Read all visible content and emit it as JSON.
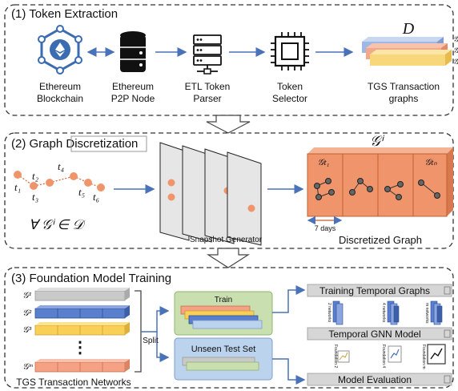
{
  "sections": [
    {
      "title": "(1) Token Extraction"
    },
    {
      "title_prefix": "(2) Graph ",
      "title_highlight": "Discretization"
    },
    {
      "title": "(3) Foundation Model Training"
    }
  ],
  "token_extraction": {
    "items": [
      {
        "line1": "Ethereum",
        "line2": "Blockchain",
        "icon": "ethereum-hexagon-icon"
      },
      {
        "line1": "Ethereum",
        "line2": "P2P Node",
        "icon": "database-icon"
      },
      {
        "line1": "ETL Token",
        "line2": "Parser",
        "icon": "server-icon"
      },
      {
        "line1": "Token",
        "line2": "Selector",
        "icon": "cpu-chip-icon"
      },
      {
        "line1": "TGS Transaction",
        "line2": "graphs",
        "icon": "stacked-layers-icon"
      }
    ],
    "dataset_symbol": "D",
    "stack_labels": [
      "𝒢",
      "𝒢",
      "𝒢"
    ]
  },
  "discretization": {
    "node_labels": [
      "t₁",
      "t₂",
      "t₃",
      "t₄",
      "t₅",
      "t₆"
    ],
    "for_all_text": "∀ 𝒢ⁱ ∈ 𝒟",
    "snapshot_label": "Snapshot Generator",
    "graph_symbol": "𝒢ⁱ",
    "snapshot_first": "𝒢t₁",
    "snapshot_last": "𝒢tₙ",
    "duration": "7 days",
    "discretized_label": "Discretized Graph"
  },
  "training": {
    "graph_labels": [
      "𝒢¹",
      "𝒢²",
      "𝒢³",
      "𝒢ᵐ"
    ],
    "ellipsis": "⋮",
    "networks_label": "TGS Transaction Networks",
    "split_label": "Split",
    "train_label": "Train",
    "test_label": "Unseen Test Set",
    "training_graphs_label": "Training Temporal Graphs",
    "gnn_label": "Temporal GNN Model",
    "evaluation_label": "Model Evaluation",
    "network_tags": [
      "2 networks",
      "4 networks",
      "m networks"
    ],
    "foundation_tags": [
      "Foundation 2",
      "Foundation 4",
      "Foundation m"
    ]
  },
  "colors": {
    "orange": "#f0956b",
    "orange_dark": "#d46a3e",
    "blue": "#4a72b8",
    "arrow": "#4a72b8",
    "train_bg": "#c9dfb0",
    "test_bg": "#bcd3ee"
  }
}
